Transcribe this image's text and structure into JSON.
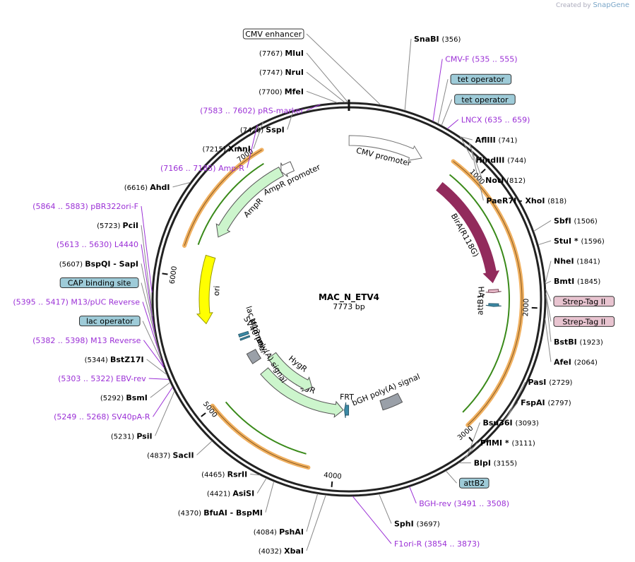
{
  "plasmid": {
    "name": "MAC_N_ETV4",
    "length_label": "7773 bp",
    "total_bp": 7773
  },
  "watermark": {
    "prefix": "Created by",
    "brand": "SnapGene"
  },
  "ticks": [
    {
      "label": "1000",
      "bp": 1000
    },
    {
      "label": "2000",
      "bp": 2000
    },
    {
      "label": "3000",
      "bp": 3000
    },
    {
      "label": "4000",
      "bp": 4000
    },
    {
      "label": "5000",
      "bp": 5000
    },
    {
      "label": "6000",
      "bp": 6000
    },
    {
      "label": "7000",
      "bp": 7000
    }
  ],
  "features": [
    {
      "name": "CMV promoter",
      "start": 1,
      "end": 589,
      "ring": "outer",
      "color": "#ffffff",
      "stroke": "#777777",
      "dir": 1
    },
    {
      "name": "BirA(R118G)",
      "start": 836,
      "end": 1800,
      "ring": "mid",
      "color": "#922b5c",
      "stroke": "#922b5c",
      "dir": 1
    },
    {
      "name": "HA",
      "start": 1860,
      "end": 1887,
      "ring": "mid",
      "color": "#e6b8c8",
      "stroke": "#7a4a5a",
      "dir": 1
    },
    {
      "name": "attB1",
      "start": 1980,
      "end": 2004,
      "ring": "mid",
      "color": "#3c8aa6",
      "stroke": "#2a5d70",
      "dir": 1
    },
    {
      "name": "bGH poly(A) signal",
      "start": 3294,
      "end": 3518,
      "ring": "inner",
      "color": "#9aa0a8",
      "stroke": "#555555",
      "dir": 0
    },
    {
      "name": "FRT",
      "start": 3890,
      "end": 3937,
      "ring": "inner",
      "color": "#3c8aa6",
      "stroke": "#2a5d70",
      "dir": 1
    },
    {
      "name": "HygR",
      "start": 3950,
      "end": 4960,
      "ring": "inner",
      "color": "#ccf5cc",
      "stroke": "#555555",
      "dir": -1
    },
    {
      "name": "HygR",
      "start": 4380,
      "end": 5050,
      "ring": "inner2",
      "color": "#ccf5cc",
      "stroke": "#555555",
      "dir": -1
    },
    {
      "name": "SV40 poly(A) signal",
      "start": 5100,
      "end": 5222,
      "ring": "inner",
      "color": "#9aa0a8",
      "stroke": "#555555",
      "dir": 0
    },
    {
      "name": "M13 rev",
      "start": 5382,
      "end": 5398,
      "ring": "inner",
      "color": "#3c8aa6",
      "stroke": "#2a5d70",
      "dir": 0
    },
    {
      "name": "lac promoter",
      "start": 5420,
      "end": 5450,
      "ring": "inner",
      "color": "#3c8aa6",
      "stroke": "#2a5d70",
      "dir": 0
    },
    {
      "name": "ori",
      "start": 5620,
      "end": 6200,
      "ring": "mid",
      "color": "#ffff00",
      "stroke": "#999900",
      "dir": -1
    },
    {
      "name": "AmpR",
      "start": 6380,
      "end": 7170,
      "ring": "mid",
      "color": "#ccf5cc",
      "stroke": "#555555",
      "dir": -1
    },
    {
      "name": "AmpR promoter",
      "start": 7170,
      "end": 7275,
      "ring": "mid",
      "color": "#ffffff",
      "stroke": "#555555",
      "dir": -1
    }
  ],
  "orfs": [
    {
      "start": 800,
      "end": 2950,
      "color": "#f0b060"
    },
    {
      "start": 4180,
      "end": 5010,
      "color": "#f0b060"
    },
    {
      "start": 6220,
      "end": 7120,
      "color": "#f0b060"
    }
  ],
  "right_labels": [
    {
      "name": "SnaBI",
      "pos": "(356)",
      "bp": 356,
      "type": "enzyme"
    },
    {
      "name": "CMV-F",
      "pos": "(535 .. 555)",
      "bp": 545,
      "type": "primer"
    },
    {
      "name": "tet operator",
      "bp": 580,
      "type": "box"
    },
    {
      "name": "tet operator",
      "bp": 605,
      "type": "box"
    },
    {
      "name": "LNCX",
      "pos": "(635 .. 659)",
      "bp": 647,
      "type": "primer"
    },
    {
      "name": "AflIII",
      "pos": "(741)",
      "bp": 741,
      "type": "enzyme"
    },
    {
      "name": "HindIII",
      "pos": "(744)",
      "bp": 744,
      "type": "enzyme"
    },
    {
      "name": "NotI",
      "pos": "(812)",
      "bp": 812,
      "type": "enzyme"
    },
    {
      "name": "PaeR7I - XhoI",
      "pos": "(818)",
      "bp": 818,
      "type": "enzyme"
    },
    {
      "name": "SbfI",
      "pos": "(1506)",
      "bp": 1506,
      "type": "enzyme"
    },
    {
      "name": "StuI *",
      "pos": "(1596)",
      "bp": 1596,
      "type": "enzyme"
    },
    {
      "name": "NheI",
      "pos": "(1841)",
      "bp": 1841,
      "type": "enzyme"
    },
    {
      "name": "BmtI",
      "pos": "(1845)",
      "bp": 1845,
      "type": "enzyme"
    },
    {
      "name": "Strep-Tag II",
      "bp": 1880,
      "type": "pinkbox"
    },
    {
      "name": "Strep-Tag II",
      "bp": 1905,
      "type": "pinkbox"
    },
    {
      "name": "BstBI",
      "pos": "(1923)",
      "bp": 1923,
      "type": "enzyme"
    },
    {
      "name": "AfeI",
      "pos": "(2064)",
      "bp": 2064,
      "type": "enzyme"
    },
    {
      "name": "PasI",
      "pos": "(2729)",
      "bp": 2729,
      "type": "enzyme"
    },
    {
      "name": "FspAI",
      "pos": "(2797)",
      "bp": 2797,
      "type": "enzyme"
    },
    {
      "name": "Bsu36I",
      "pos": "(3093)",
      "bp": 3093,
      "type": "enzyme"
    },
    {
      "name": "PflMI *",
      "pos": "(3111)",
      "bp": 3111,
      "type": "enzyme"
    },
    {
      "name": "BlpI",
      "pos": "(3155)",
      "bp": 3155,
      "type": "enzyme"
    },
    {
      "name": "attB2",
      "bp": 3250,
      "type": "box"
    },
    {
      "name": "BGH-rev",
      "pos": "(3491 .. 3508)",
      "bp": 3500,
      "type": "primer"
    },
    {
      "name": "SphI",
      "pos": "(3697)",
      "bp": 3697,
      "type": "enzyme"
    },
    {
      "name": "F1ori-R",
      "pos": "(3854 .. 3873)",
      "bp": 3863,
      "type": "primer"
    }
  ],
  "left_labels": [
    {
      "name": "XbaI",
      "pos": "(4032)",
      "bp": 4032,
      "type": "enzyme"
    },
    {
      "name": "PshAI",
      "pos": "(4084)",
      "bp": 4084,
      "type": "enzyme"
    },
    {
      "name": "BfuAI - BspMI",
      "pos": "(4370)",
      "bp": 4370,
      "type": "enzyme"
    },
    {
      "name": "AsiSI",
      "pos": "(4421)",
      "bp": 4421,
      "type": "enzyme"
    },
    {
      "name": "RsrII",
      "pos": "(4465)",
      "bp": 4465,
      "type": "enzyme"
    },
    {
      "name": "SacII",
      "pos": "(4837)",
      "bp": 4837,
      "type": "enzyme"
    },
    {
      "name": "PsiI",
      "pos": "(5231)",
      "bp": 5231,
      "type": "enzyme"
    },
    {
      "name": "SV40pA-R",
      "pos": "(5249 .. 5268)",
      "bp": 5258,
      "type": "primer"
    },
    {
      "name": "BsmI",
      "pos": "(5292)",
      "bp": 5292,
      "type": "enzyme"
    },
    {
      "name": "EBV-rev",
      "pos": "(5303 .. 5322)",
      "bp": 5312,
      "type": "primer"
    },
    {
      "name": "BstZ17I",
      "pos": "(5344)",
      "bp": 5344,
      "type": "enzyme"
    },
    {
      "name": "M13 Reverse",
      "pos": "(5382 .. 5398)",
      "bp": 5390,
      "type": "primer"
    },
    {
      "name": "lac operator",
      "bp": 5405,
      "type": "box"
    },
    {
      "name": "M13/pUC Reverse",
      "pos": "(5395 .. 5417)",
      "bp": 5406,
      "type": "primer"
    },
    {
      "name": "CAP binding site",
      "bp": 5450,
      "type": "box"
    },
    {
      "name": "BspQI - SapI",
      "pos": "(5607)",
      "bp": 5607,
      "type": "enzyme"
    },
    {
      "name": "L4440",
      "pos": "(5613 .. 5630)",
      "bp": 5621,
      "type": "primer"
    },
    {
      "name": "PciI",
      "pos": "(5723)",
      "bp": 5723,
      "type": "enzyme"
    },
    {
      "name": "pBR322ori-F",
      "pos": "(5864 .. 5883)",
      "bp": 5873,
      "type": "primer"
    },
    {
      "name": "AhdI",
      "pos": "(6616)",
      "bp": 6616,
      "type": "enzyme"
    },
    {
      "name": "Amp-R",
      "pos": "(7166 .. 7185)",
      "bp": 7175,
      "type": "primer"
    },
    {
      "name": "XmnI",
      "pos": "(7215)",
      "bp": 7215,
      "type": "enzyme"
    },
    {
      "name": "SspI",
      "pos": "(7420)",
      "bp": 7420,
      "type": "enzyme"
    },
    {
      "name": "pRS-marker",
      "pos": "(7583 .. 7602)",
      "bp": 7592,
      "type": "primer"
    },
    {
      "name": "MfeI",
      "pos": "(7700)",
      "bp": 7700,
      "type": "enzyme"
    },
    {
      "name": "NruI",
      "pos": "(7747)",
      "bp": 7747,
      "type": "enzyme"
    },
    {
      "name": "MluI",
      "pos": "(7767)",
      "bp": 7767,
      "type": "enzyme"
    },
    {
      "name": "CMV enhancer",
      "bp": 200,
      "type": "whitebox"
    }
  ]
}
